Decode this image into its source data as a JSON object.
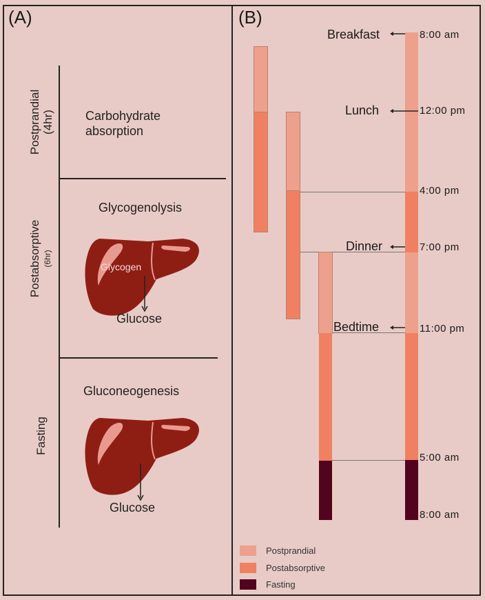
{
  "panel_a": {
    "label": "(A)",
    "phases": [
      {
        "name": "Postprandial",
        "duration": "(4hr)"
      },
      {
        "name": "Postabsorptive",
        "duration": "(6hr)"
      },
      {
        "name": "Fasting",
        "duration": ""
      }
    ],
    "carb_line1": "Carbohydrate",
    "carb_line2": "absorption",
    "glycogenolysis": "Glycogenolysis",
    "glycogen": "Glycogen",
    "glucose1": "Glucose",
    "gluconeogenesis": "Gluconeogenesis",
    "glucose2": "Glucose"
  },
  "panel_b": {
    "label": "(B)",
    "events": [
      "Breakfast",
      "Lunch",
      "Dinner",
      "Bedtime"
    ],
    "times": [
      "8:00 am",
      "12:00 pm",
      "4:00 pm",
      "7:00 pm",
      "11:00 pm",
      "5:00 am",
      "8:00 am"
    ]
  },
  "legend": {
    "items": [
      {
        "label": "Postprandial",
        "color": "#eda08c"
      },
      {
        "label": "Postabsorptive",
        "color": "#ef8061"
      },
      {
        "label": "Fasting",
        "color": "#52031d"
      }
    ]
  },
  "colors": {
    "postprandial": "#eda08c",
    "postabsorptive": "#ef8061",
    "fasting": "#52031d",
    "liver": "#8e1e14",
    "liver_highlight": "#e99a8f"
  }
}
